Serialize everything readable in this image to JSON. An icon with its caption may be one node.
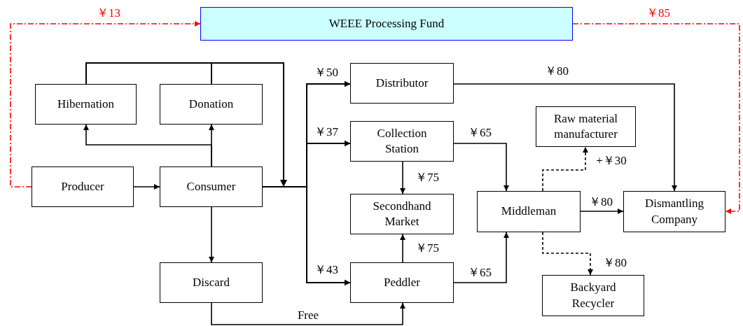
{
  "diagram": {
    "nodes": [
      {
        "text": [
          "WEEE Processing Fund"
        ]
      },
      {
        "text": [
          "Hibernation"
        ]
      },
      {
        "text": [
          "Donation"
        ]
      },
      {
        "text": [
          "Producer"
        ]
      },
      {
        "text": [
          "Consumer"
        ]
      },
      {
        "text": [
          "Distributor"
        ]
      },
      {
        "text": [
          "Collection Station"
        ]
      },
      {
        "text": [
          "Secondhand Market"
        ]
      },
      {
        "text": [
          "Peddler"
        ]
      },
      {
        "text": [
          "Raw material manufacturer"
        ]
      },
      {
        "text": [
          "Middleman"
        ]
      },
      {
        "text": [
          "Dismantling Company"
        ]
      },
      {
        "text": [
          "Discard"
        ]
      },
      {
        "text": [
          "Backyard Recycler"
        ]
      }
    ],
    "edges": [
      {
        "from": 3,
        "to": 0,
        "arrow": "to",
        "label": "￥13",
        "style": "dashed",
        "color": "#ff0000"
      },
      {
        "from": 0,
        "to": 11,
        "arrow": "to",
        "label": "￥85",
        "style": "dashed",
        "color": "#ff0000"
      },
      {
        "from": 3,
        "to": 4,
        "arrow": "to"
      },
      {
        "from": 4,
        "to": 1,
        "arrow": "to"
      },
      {
        "from": 4,
        "to": 2,
        "arrow": "to"
      },
      {
        "from": 4,
        "to": 5,
        "arrow": "to",
        "label": "￥50"
      },
      {
        "from": 4,
        "to": 6,
        "arrow": "to",
        "label": "￥37"
      },
      {
        "from": 4,
        "to": 8,
        "arrow": "to",
        "label": "￥43"
      },
      {
        "from": 1,
        "to": 5,
        "arrow": "to"
      },
      {
        "from": 1,
        "to": 6,
        "arrow": "to"
      },
      {
        "from": 1,
        "to": 8,
        "arrow": "to"
      },
      {
        "from": 2,
        "to": 5,
        "arrow": "to"
      },
      {
        "from": 2,
        "to": 6,
        "arrow": "to"
      },
      {
        "from": 2,
        "to": 8,
        "arrow": "to"
      },
      {
        "from": 5,
        "to": 11,
        "arrow": "to",
        "label": "￥80"
      },
      {
        "from": 6,
        "to": 10,
        "arrow": "to",
        "label": "￥65"
      },
      {
        "from": 6,
        "to": 7,
        "arrow": "to",
        "label": "￥75"
      },
      {
        "from": 8,
        "to": 7,
        "arrow": "to",
        "label": "￥75"
      },
      {
        "from": 8,
        "to": 10,
        "arrow": "to",
        "label": "￥65"
      },
      {
        "from": 10,
        "to": 11,
        "arrow": "to",
        "label": "￥80"
      },
      {
        "from": 10,
        "to": 9,
        "arrow": "to",
        "label": "+￥30",
        "style": "dashed"
      },
      {
        "from": 10,
        "to": 13,
        "arrow": "to",
        "label": "￥80",
        "style": "dashed"
      },
      {
        "from": 4,
        "to": 12,
        "arrow": "to"
      },
      {
        "from": 12,
        "to": 8,
        "arrow": "to",
        "label": "Free"
      }
    ]
  }
}
